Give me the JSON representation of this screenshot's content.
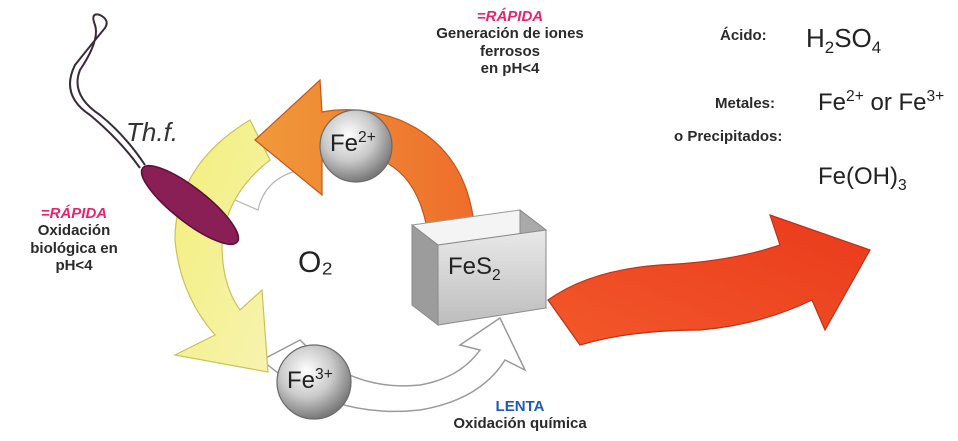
{
  "cycle": {
    "center_label": "O₂",
    "fe2_label": "Fe",
    "fe2_charge": "2+",
    "fe3_label": "Fe",
    "fe3_charge": "3+",
    "pyrite_label": "FeS",
    "pyrite_sub": "2",
    "bacterium_label": "Th.f."
  },
  "left_annotation": {
    "speed": "=RÁPIDA",
    "line1": "Oxidación",
    "line2": "biológica en",
    "line3": "pH<4"
  },
  "top_annotation": {
    "speed": "=RÁPIDA",
    "line1": "Generación de iones",
    "line2": "ferrosos",
    "line3": "en pH<4"
  },
  "bottom_annotation": {
    "speed": "LENTA",
    "line1": "Oxidación química"
  },
  "products": {
    "acid_label": "Ácido:",
    "acid_formula_a": "H",
    "acid_formula_sub1": "2",
    "acid_formula_b": "SO",
    "acid_formula_sub2": "4",
    "metals_label": "Metales:",
    "metals_a": "Fe",
    "metals_sup1": "2+",
    "metals_or": " or Fe",
    "metals_sup2": "3+",
    "precip_label": "o Precipitados:",
    "precip_a": "Fe(OH)",
    "precip_sub": "3"
  },
  "colors": {
    "yellow_arrow": "#f4f08a",
    "orange_arrow": "#f07a2e",
    "red_arrow": "#f0451f",
    "bacterium": "#8a1f55",
    "speed_fast": "#e6246e",
    "speed_slow": "#1e5bb8"
  }
}
